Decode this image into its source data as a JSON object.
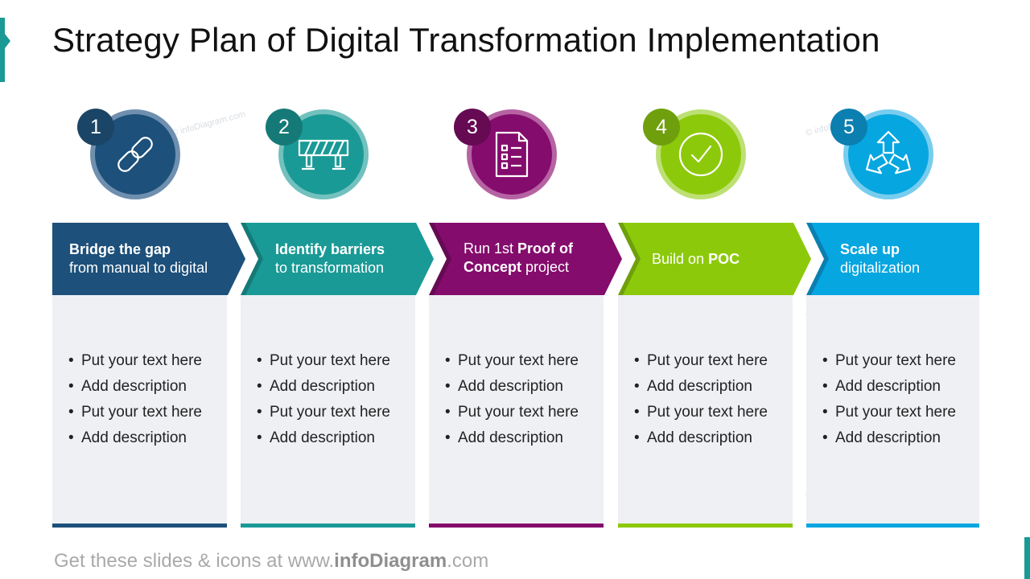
{
  "title": "Strategy Plan of Digital Transformation Implementation",
  "steps": [
    {
      "number": "1",
      "icon": "chain-link-icon",
      "color": "#1d507a",
      "ring": "#6f8fae",
      "badge": "#1b4566",
      "heading_bold": "Bridge the gap",
      "heading_rest": "from manual to digital",
      "bullets": [
        "Put your text here",
        "Add description",
        "Put your text here",
        "Add description"
      ]
    },
    {
      "number": "2",
      "icon": "road-barrier-icon",
      "color": "#1a9a96",
      "ring": "#73c1be",
      "badge": "#157a77",
      "heading_bold": "Identify barriers",
      "heading_rest": "to transformation",
      "bullets": [
        "Put your text here",
        "Add description",
        "Put your text here",
        "Add description"
      ]
    },
    {
      "number": "3",
      "icon": "checklist-document-icon",
      "color": "#840c6c",
      "ring": "#b563a3",
      "badge": "#650a53",
      "heading_pre": "Run 1st ",
      "heading_bold": "Proof of Concept",
      "heading_post": " project",
      "bullets": [
        "Put your text here",
        "Add description",
        "Put your text here",
        "Add description"
      ]
    },
    {
      "number": "4",
      "icon": "check-circle-icon",
      "color": "#8cc90a",
      "ring": "#bde074",
      "badge": "#6f9f0c",
      "heading_pre": "Build on ",
      "heading_bold": "POC",
      "bullets": [
        "Put your text here",
        "Add description",
        "Put your text here",
        "Add description"
      ]
    },
    {
      "number": "5",
      "icon": "scale-out-arrows-icon",
      "color": "#06a6e0",
      "ring": "#78cdee",
      "badge": "#0a7fb0",
      "heading_bold": "Scale up",
      "heading_rest": "digitalization",
      "bullets": [
        "Put your text here",
        "Add description",
        "Put your text here",
        "Add description"
      ]
    }
  ],
  "watermark": "© infoDiagram.com",
  "footer": {
    "prefix": "Get these slides & icons at www.",
    "brand": "infoDiagram",
    "suffix": ".com"
  }
}
